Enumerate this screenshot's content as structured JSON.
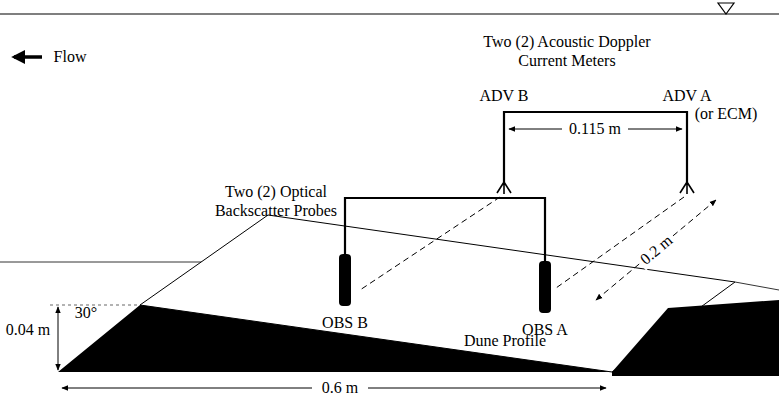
{
  "diagram": {
    "labels": [
      "Two (2) Acoustic Doppler Current Meters",
      "ADV B",
      "ADV A",
      "(or ECM)",
      "0.115 m",
      "Flow",
      "Two (2) Optical Backscatter Probes",
      "OBS B",
      "OBS A",
      "0.2 m",
      "0.04 m",
      "30°",
      "Dune Profile",
      "0.6 m"
    ]
  }
}
